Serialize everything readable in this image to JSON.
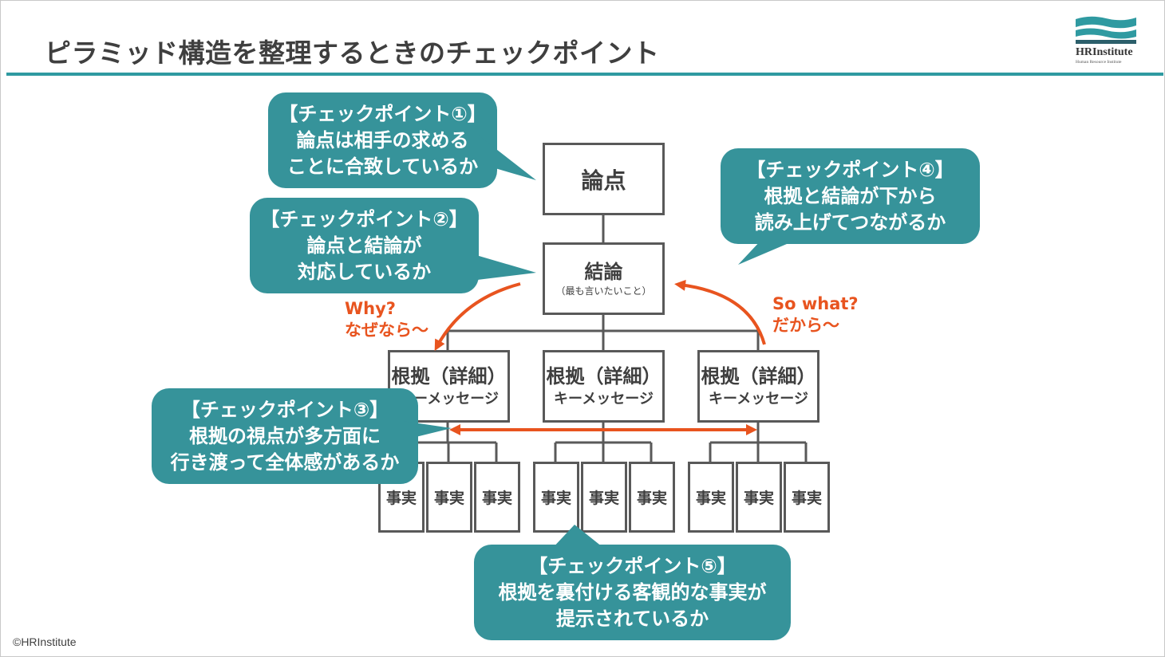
{
  "title": "ピラミッド構造を整理するときのチェックポイント",
  "logo": {
    "name": "HRInstitute",
    "subtitle": "Human Resource Institute",
    "icon": "hrinstitute-logo-icon"
  },
  "copyright": "©HRInstitute",
  "colors": {
    "teal": "#36939a",
    "accent_line": "#2f9aa1",
    "orange": "#e8541f",
    "box_border": "#595959"
  },
  "pyramid": {
    "issue": "論点",
    "conclusion": {
      "main": "結論",
      "sub": "（最も言いたいこと）"
    },
    "reasons": [
      {
        "main": "根拠（詳細）",
        "sub": "キーメッセージ"
      },
      {
        "main": "根拠（詳細）",
        "sub": "キーメッセージ"
      },
      {
        "main": "根拠（詳細）",
        "sub": "キーメッセージ"
      }
    ],
    "facts": [
      "事実",
      "事実",
      "事実",
      "事実",
      "事実",
      "事実",
      "事実",
      "事実",
      "事実"
    ]
  },
  "arrows": {
    "why": {
      "line1": "Why?",
      "line2": "なぜなら～"
    },
    "so_what": {
      "line1": "So what?",
      "line2": "だから～"
    }
  },
  "callouts": [
    {
      "lines": [
        "【チェックポイント①】",
        "論点は相手の求める",
        "ことに合致しているか"
      ]
    },
    {
      "lines": [
        "【チェックポイント②】",
        "論点と結論が",
        "対応しているか"
      ]
    },
    {
      "lines": [
        "【チェックポイント③】",
        "根拠の視点が多方面に",
        "行き渡って全体感があるか"
      ]
    },
    {
      "lines": [
        "【チェックポイント④】",
        "根拠と結論が下から",
        "読み上げてつながるか"
      ]
    },
    {
      "lines": [
        "【チェックポイント⑤】",
        "根拠を裏付ける客観的な事実が",
        "提示されているか"
      ]
    }
  ]
}
